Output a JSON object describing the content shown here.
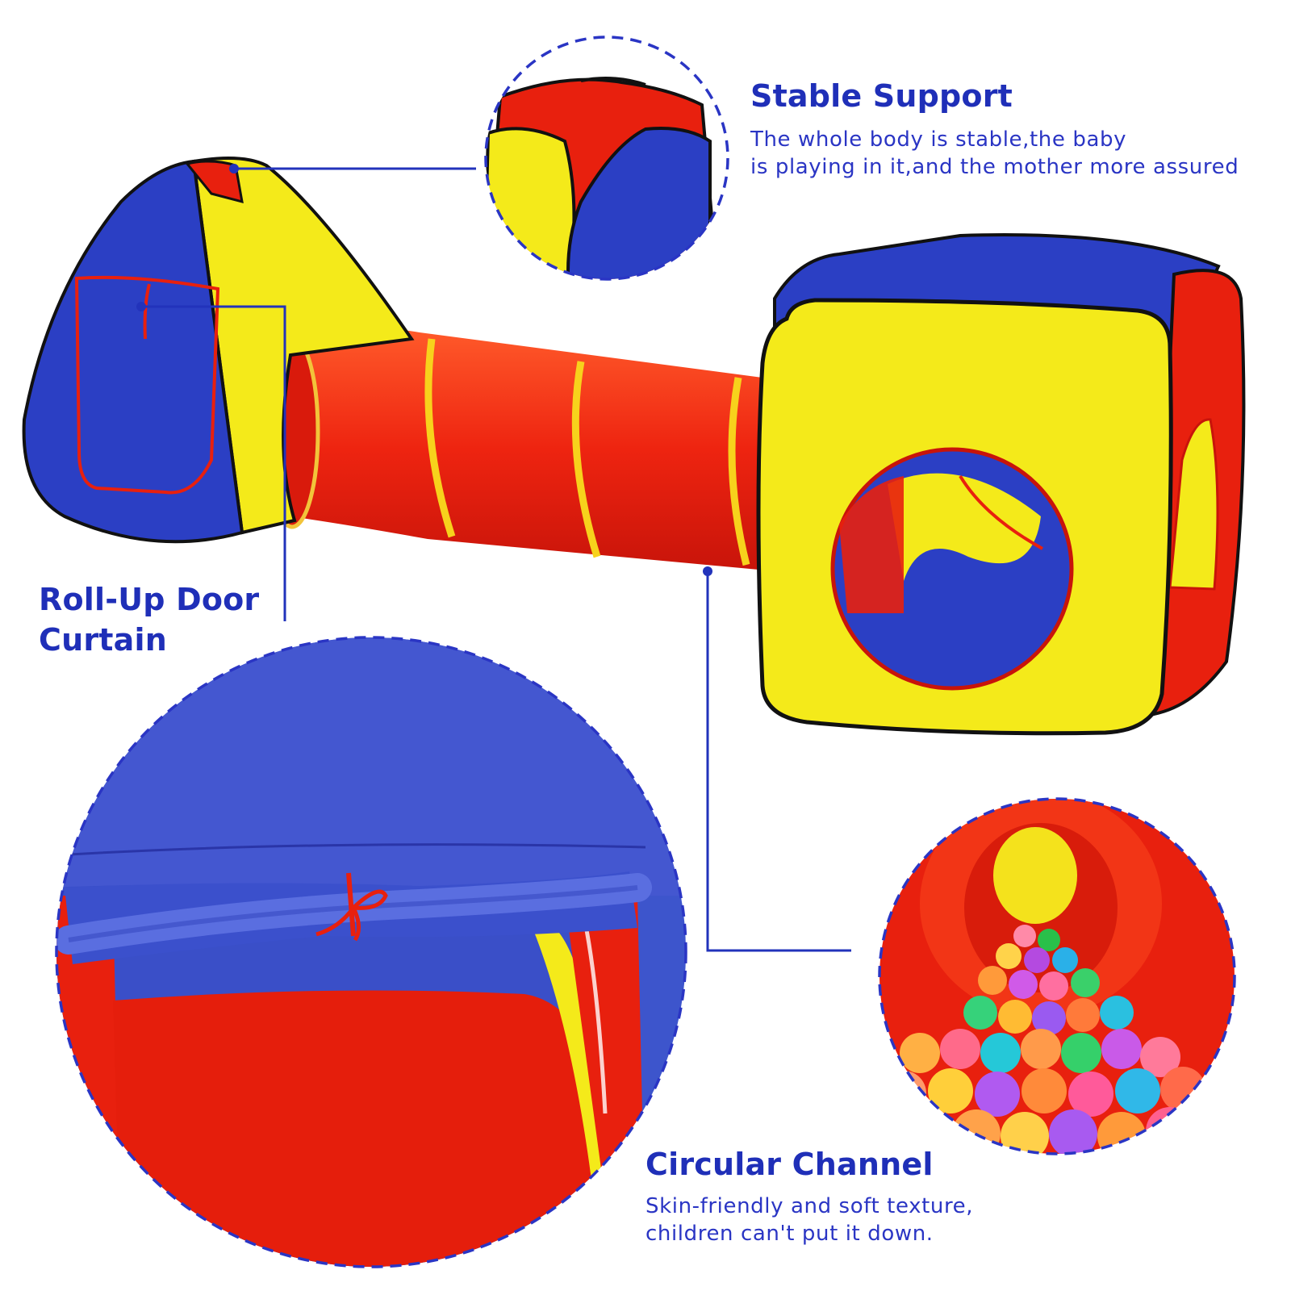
{
  "features": {
    "stable_support": {
      "title": "Stable Support",
      "line1": "The whole body is stable,the baby",
      "line2": "is playing in it,and the mother more assured"
    },
    "roll_up_door": {
      "title_line1": "Roll-Up Door",
      "title_line2": "Curtain"
    },
    "circular_channel": {
      "title": "Circular Channel",
      "line1": "Skin-friendly and soft texture,",
      "line2": "children can't put it down."
    }
  },
  "colors": {
    "text_blue": "#1f2fb8",
    "tent_blue": "#2b3fc4",
    "tent_red": "#e8200e",
    "tent_yellow": "#f4ea1a",
    "callout_line": "#2233bb"
  }
}
